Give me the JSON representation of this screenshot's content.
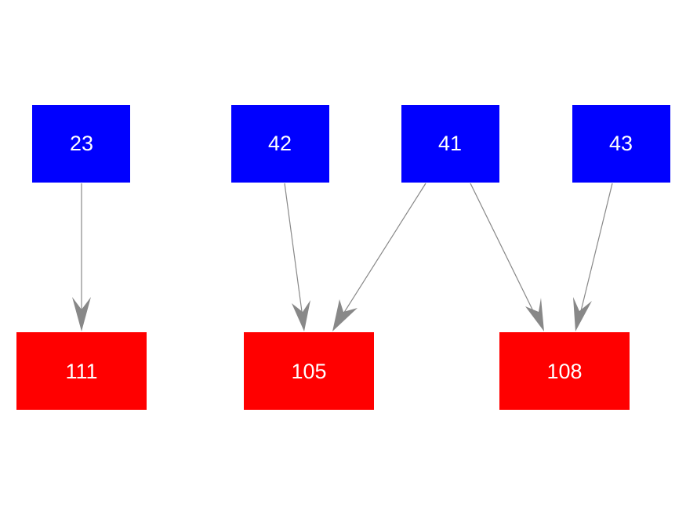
{
  "colors": {
    "source_node": "#0000ff",
    "target_node": "#ff0000",
    "edge": "#888888",
    "label": "#ffffff",
    "background": "#ffffff"
  },
  "nodes": {
    "n23": {
      "label": "23",
      "group": "source"
    },
    "n42": {
      "label": "42",
      "group": "source"
    },
    "n41": {
      "label": "41",
      "group": "source"
    },
    "n43": {
      "label": "43",
      "group": "source"
    },
    "n111": {
      "label": "111",
      "group": "target"
    },
    "n105": {
      "label": "105",
      "group": "target"
    },
    "n108": {
      "label": "108",
      "group": "target"
    }
  },
  "edges": [
    {
      "from": "23",
      "to": "111"
    },
    {
      "from": "42",
      "to": "105"
    },
    {
      "from": "41",
      "to": "105"
    },
    {
      "from": "41",
      "to": "108"
    },
    {
      "from": "43",
      "to": "108"
    }
  ]
}
